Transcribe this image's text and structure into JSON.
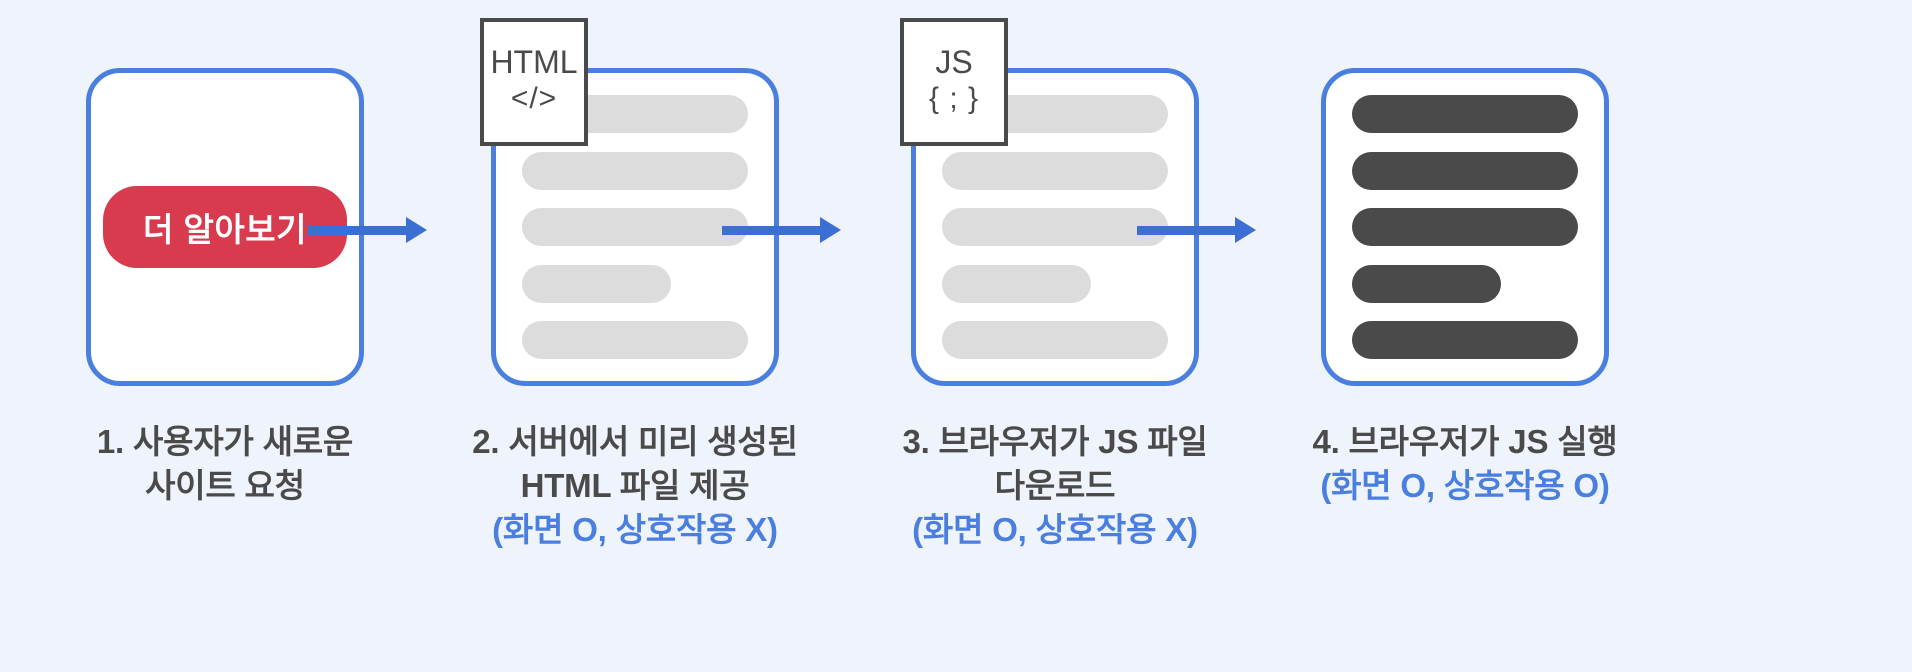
{
  "theme": {
    "background": "#eef3fc",
    "card_border": "#4a7fe0",
    "arrow": "#3b6fd4",
    "bar_light": "#dcdcdc",
    "bar_dark": "#4a4a4a",
    "cta_red": "#d83a4e",
    "caption_text": "#4a4a4a",
    "caption_note": "#4a7fe0"
  },
  "steps": [
    {
      "id": "step-1",
      "cta_label": "더 알아보기",
      "caption_lines": [
        "1. 사용자가 새로운",
        "사이트 요청"
      ],
      "caption_note": ""
    },
    {
      "id": "step-2",
      "badge": {
        "type": "HTML",
        "glyph": "</>"
      },
      "caption_lines": [
        "2. 서버에서 미리 생성된",
        "HTML 파일 제공"
      ],
      "caption_note": "(화면 O, 상호작용 X)"
    },
    {
      "id": "step-3",
      "badge": {
        "type": "JS",
        "glyph": "{ ; }"
      },
      "caption_lines": [
        "3. 브라우저가 JS 파일",
        "다운로드"
      ],
      "caption_note": "(화면 O, 상호작용 X)"
    },
    {
      "id": "step-4",
      "caption_lines": [
        "4. 브라우저가 JS 실행"
      ],
      "caption_note": "(화면 O, 상호작용 O)"
    }
  ]
}
